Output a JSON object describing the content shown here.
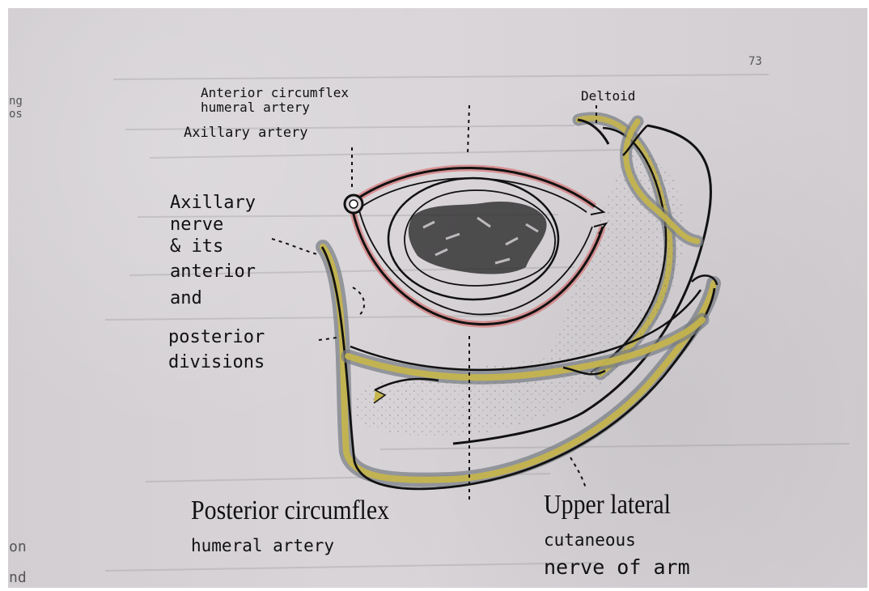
{
  "labels": {
    "page_number": "73",
    "margin_top_1": "ng",
    "margin_top_2": "os",
    "margin_bottom_1": "on",
    "margin_bottom_2": "nd",
    "anterior_circumflex_line_1": "Anterior circumflex",
    "anterior_circumflex_line_2": "humeral artery",
    "deltoid": "Deltoid",
    "axillary_artery": "Axillary artery",
    "axillary_nerve_line_1": "Axillary",
    "axillary_nerve_line_2": "nerve",
    "axillary_nerve_line_3": "& its",
    "axillary_nerve_line_4": "anterior",
    "axillary_nerve_line_5": "and",
    "axillary_nerve_line_6": "posterior",
    "axillary_nerve_line_7": "divisions",
    "posterior_circumflex_line_1": "Posterior circumflex",
    "posterior_circumflex_line_2": "humeral artery",
    "upper_lateral_line_1": "Upper lateral",
    "upper_lateral_line_2": "cutaneous",
    "upper_lateral_line_3": "nerve of arm"
  },
  "colors": {
    "background": "#d9d5d9",
    "artery": "#8d1a19",
    "nerve": "#c8b64a",
    "shadow": "#7b7f86",
    "ink": "#111111"
  }
}
